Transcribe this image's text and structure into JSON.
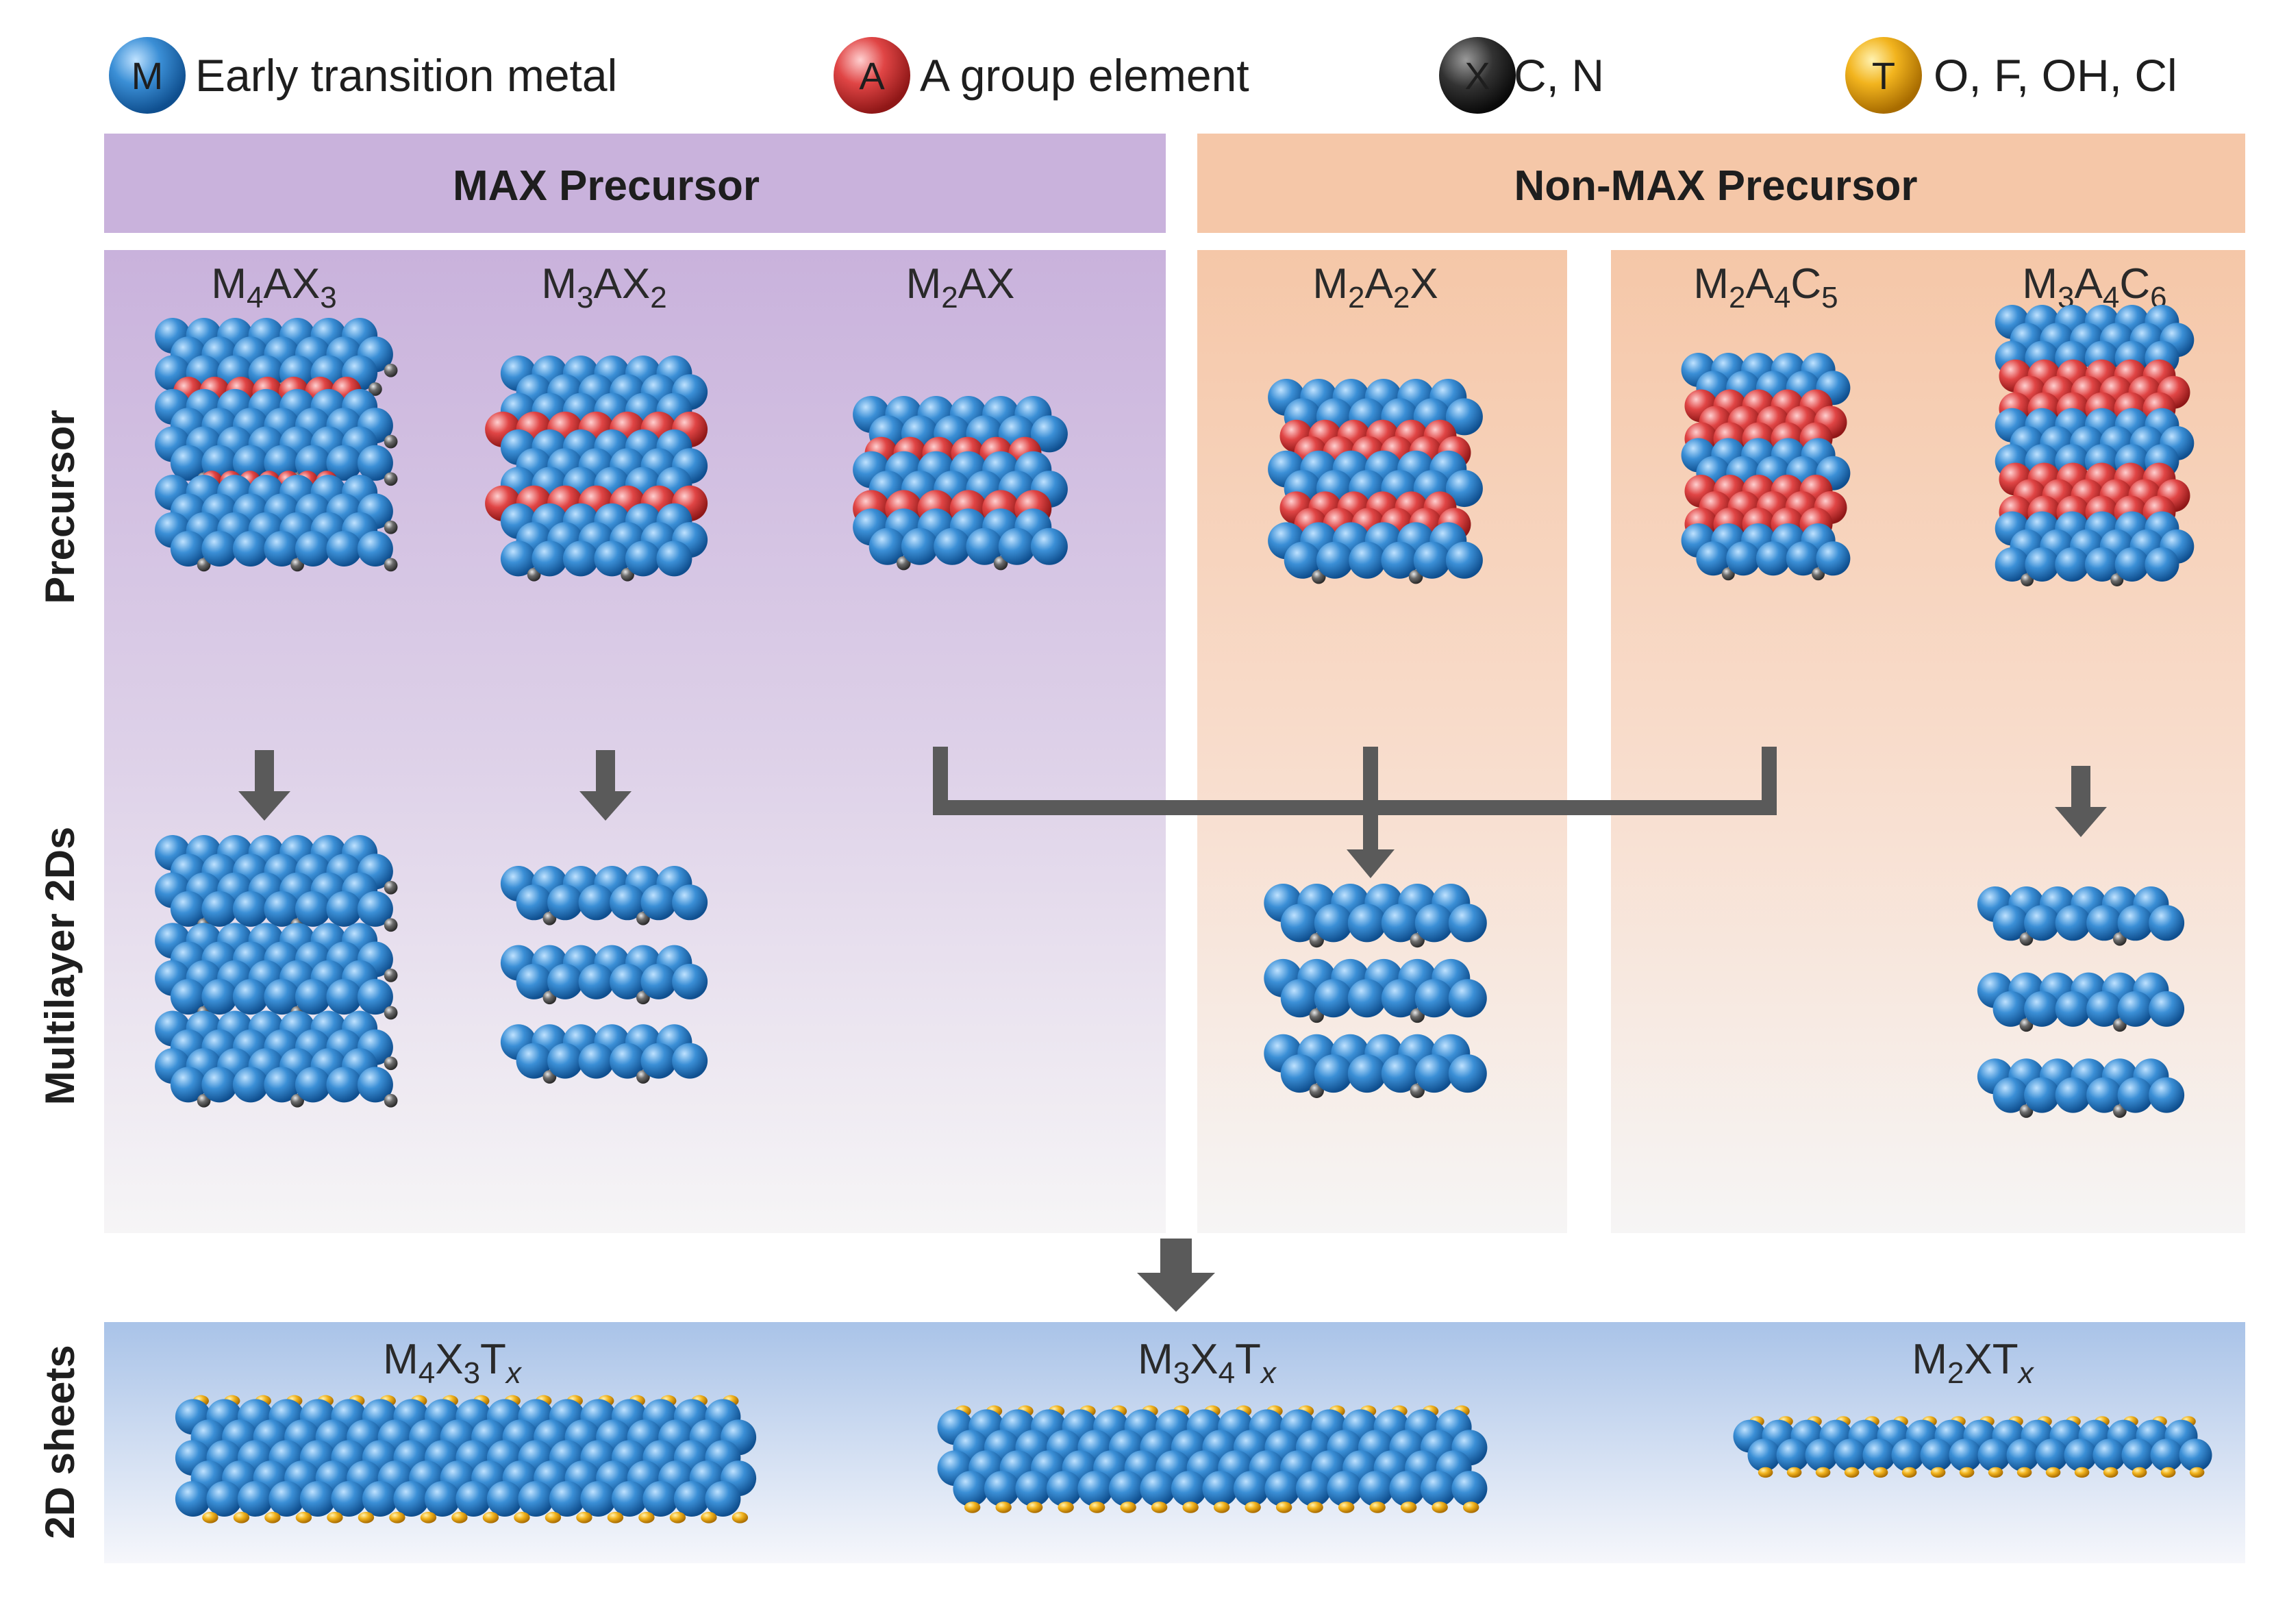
{
  "legend": [
    {
      "symbol": "M",
      "label": "Early transition metal",
      "color": "#3b8fd6"
    },
    {
      "symbol": "A",
      "label": "A group element",
      "color": "#e04545"
    },
    {
      "symbol": "X",
      "label": "C, N",
      "color": "#6b6b6b"
    },
    {
      "symbol": "T",
      "label": "O, F, OH, Cl",
      "color": "#f2b41e"
    }
  ],
  "headers": {
    "max": "MAX Precursor",
    "nonmax": "Non-MAX Precursor"
  },
  "row_labels": {
    "precursor": "Precursor",
    "multilayer": "Multilayer 2Ds",
    "sheets": "2D sheets"
  },
  "precursors": [
    {
      "base": "M",
      "sub1": "4",
      "mid": "AX",
      "sub2": "3",
      "tail": "",
      "sub3": ""
    },
    {
      "base": "M",
      "sub1": "3",
      "mid": "AX",
      "sub2": "2",
      "tail": "",
      "sub3": ""
    },
    {
      "base": "M",
      "sub1": "2",
      "mid": "AX",
      "sub2": "",
      "tail": "",
      "sub3": ""
    },
    {
      "base": "M",
      "sub1": "2",
      "mid": "A",
      "sub2": "2",
      "tail": "X",
      "sub3": ""
    },
    {
      "base": "M",
      "sub1": "2",
      "mid": "A",
      "sub2": "4",
      "tail": "C",
      "sub3": "5"
    },
    {
      "base": "M",
      "sub1": "3",
      "mid": "A",
      "sub2": "4",
      "tail": "C",
      "sub3": "6"
    }
  ],
  "sheets": [
    {
      "base": "M",
      "sub1": "4",
      "mid": "X",
      "sub2": "3",
      "tail": "T",
      "sub3": "x"
    },
    {
      "base": "M",
      "sub1": "3",
      "mid": "X",
      "sub2": "4",
      "tail": "T",
      "sub3": "x"
    },
    {
      "base": "M",
      "sub1": "2",
      "mid": "XT",
      "sub2": "",
      "tail": "",
      "sub3": "x"
    }
  ],
  "colors": {
    "metal": "#3b8fd6",
    "a_element": "#e04545",
    "x_element": "#6b6b6b",
    "t_group": "#f2b41e",
    "max_panel": "#c9b2dc",
    "nonmax_panel": "#f5c7a8",
    "sheets_panel": "#a9c3e8",
    "arrow": "#5a5a5a"
  }
}
